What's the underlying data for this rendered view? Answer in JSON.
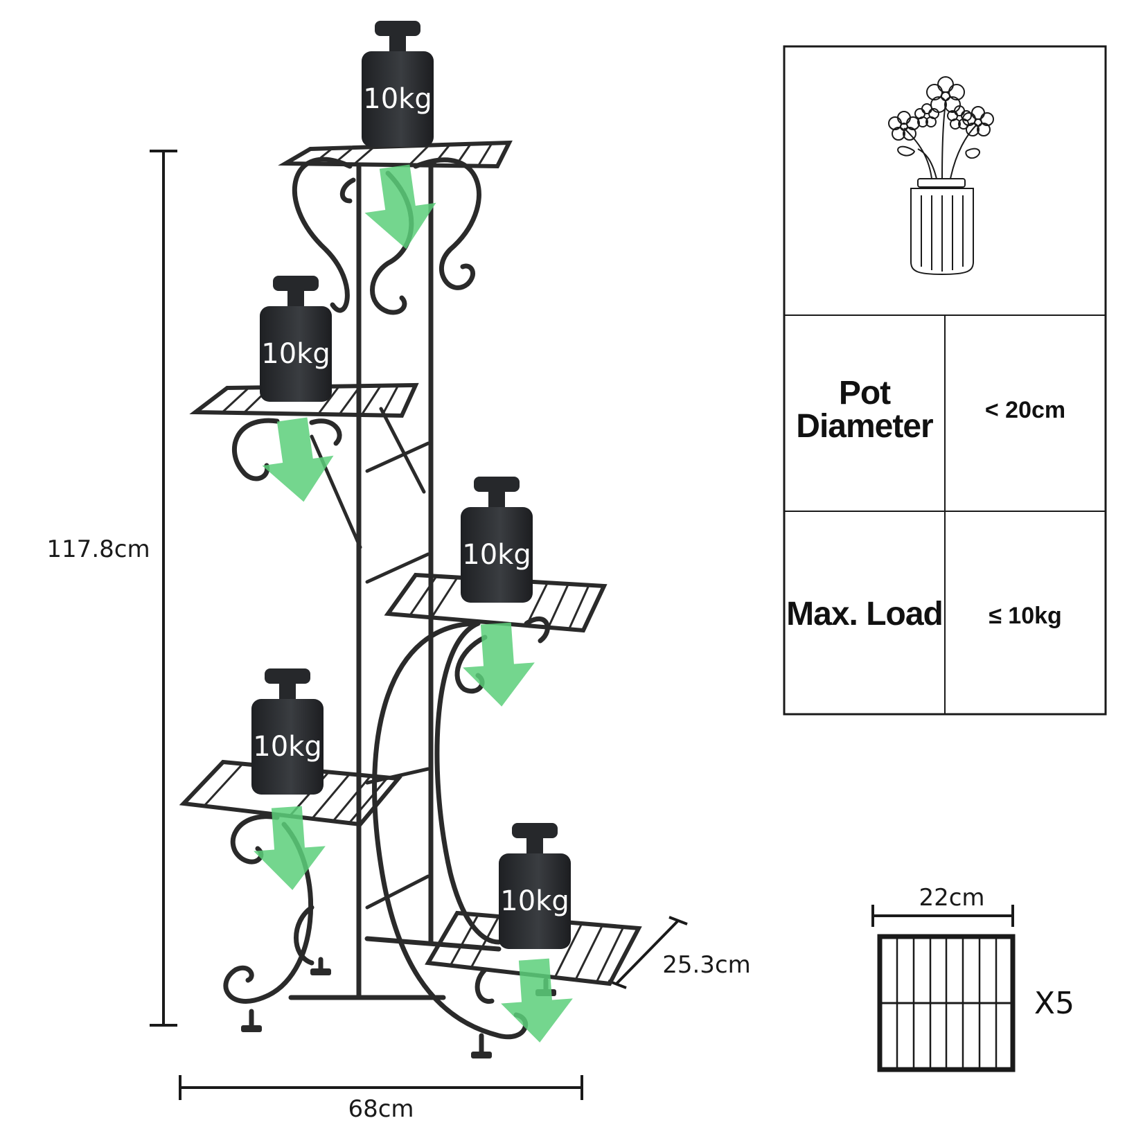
{
  "dimensions": {
    "height": "117.8cm",
    "width": "68cm",
    "depth": "25.3cm",
    "shelf_width": "22cm",
    "shelf_count": "X5"
  },
  "weights": [
    {
      "label": "10kg"
    },
    {
      "label": "10kg"
    },
    {
      "label": "10kg"
    },
    {
      "label": "10kg"
    },
    {
      "label": "10kg"
    }
  ],
  "specs": {
    "pot_diameter_label_line1": "Pot",
    "pot_diameter_label_line2": "Diameter",
    "pot_diameter_value": "< 20cm",
    "max_load_label": "Max. Load",
    "max_load_value": "≤ 10kg"
  },
  "colors": {
    "metal": "#2a2a2a",
    "weight": "#2b2d30",
    "arrow": "#5ccf7a",
    "text": "#111111"
  }
}
